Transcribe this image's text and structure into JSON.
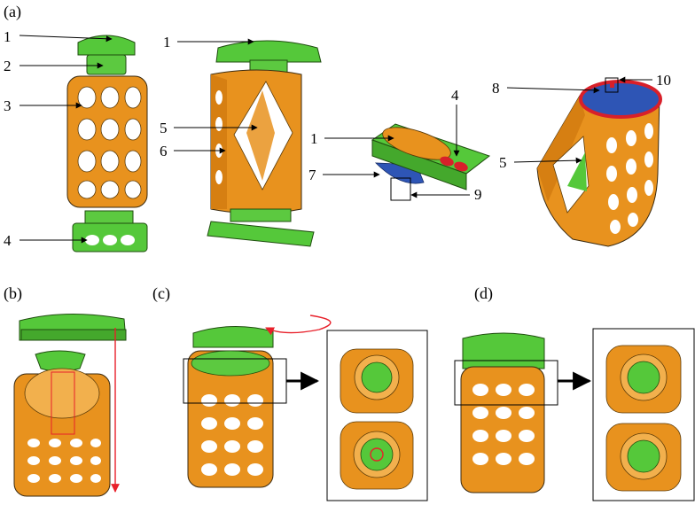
{
  "panels": {
    "a": "(a)",
    "b": "(b)",
    "c": "(c)",
    "d": "(d)"
  },
  "callouts": {
    "c1a": "1",
    "c2": "2",
    "c3": "3",
    "c4a": "4",
    "c1b": "1",
    "c5a": "5",
    "c6": "6",
    "c1c": "1",
    "c4b": "4",
    "c7": "7",
    "c9": "9",
    "c8": "8",
    "c10": "10",
    "c5b": "5"
  },
  "colors": {
    "cage_orange": "#E8921E",
    "cap_green": "#55C83A",
    "insert_blue": "#2E55B5",
    "seal_red": "#D8202A",
    "rotation_arrow_red": "#E8202A"
  }
}
